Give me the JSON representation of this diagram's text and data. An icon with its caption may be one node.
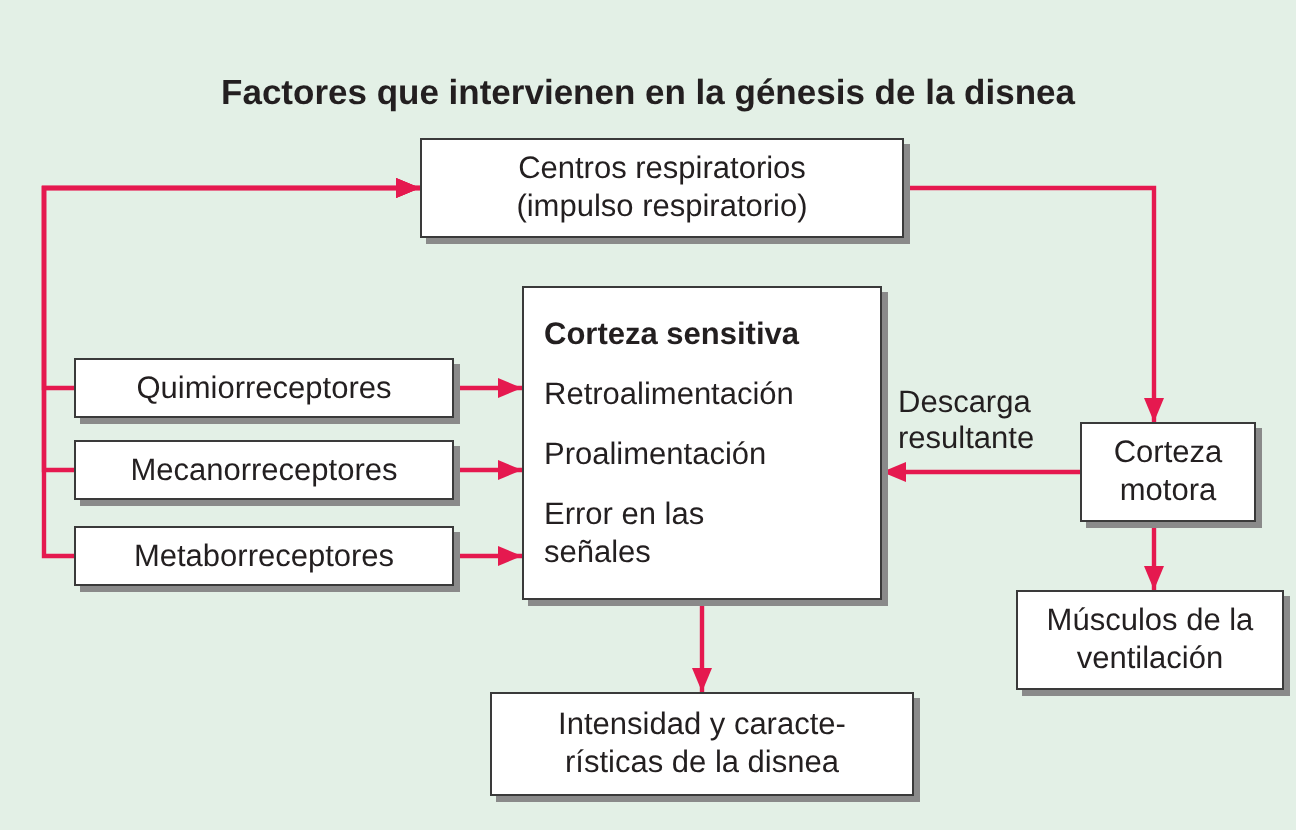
{
  "diagram": {
    "title": "Factores que intervienen en la génesis de la disnea",
    "nodes": [
      {
        "text": [
          "Centros respiratorios (impulso respiratorio)"
        ]
      },
      {
        "text": [
          "Corteza sensitiva",
          "Retroalimentación",
          "Proalimentación",
          "Error en las señales"
        ]
      },
      {
        "text": [
          "Quimiorreceptores"
        ]
      },
      {
        "text": [
          "Mecanorreceptores"
        ]
      },
      {
        "text": [
          "Metaborreceptores"
        ]
      },
      {
        "text": [
          "Corteza motora"
        ]
      },
      {
        "text": [
          "Músculos de la ventilación"
        ]
      },
      {
        "text": [
          "Intensidad y caracte- rísticas de la disnea"
        ]
      }
    ],
    "edges": [
      {
        "from": 2,
        "to": 1,
        "arrow": "to"
      },
      {
        "from": 3,
        "to": 1,
        "arrow": "to"
      },
      {
        "from": 4,
        "to": 1,
        "arrow": "to"
      },
      {
        "from": 2,
        "to": 0,
        "arrow": "to"
      },
      {
        "from": 3,
        "to": 0,
        "arrow": "to"
      },
      {
        "from": 4,
        "to": 0,
        "arrow": "to"
      },
      {
        "from": 0,
        "to": 5,
        "arrow": "to"
      },
      {
        "from": 5,
        "to": 1,
        "arrow": "to",
        "label": "Descarga resultante"
      },
      {
        "from": 5,
        "to": 6,
        "arrow": "to"
      },
      {
        "from": 1,
        "to": 7,
        "arrow": "to"
      }
    ]
  }
}
